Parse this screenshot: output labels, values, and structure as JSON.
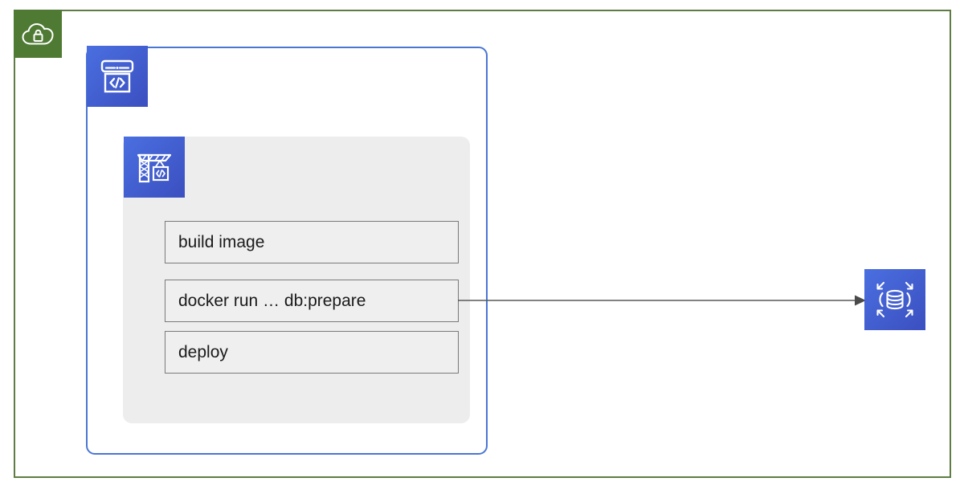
{
  "diagram": {
    "title": "CI/CD pipeline with database preparation step",
    "background_color": "#ffffff",
    "boundary": {
      "name": "secure cloud boundary",
      "border_color": "#5f7d43",
      "badge": {
        "icon": "cloud-lock-icon",
        "background_color": "#4e7a33",
        "icon_color": "#ffffff"
      }
    },
    "repository": {
      "label": "",
      "icon": "source-repository-icon",
      "border_color": "#4a76d4",
      "icon_gradient_from": "#4a6fe0",
      "icon_gradient_to": "#3b4fc0"
    },
    "build": {
      "label": "",
      "icon": "cloud-build-crane-icon",
      "panel_color": "#ededed",
      "icon_gradient_from": "#4a6fe0",
      "icon_gradient_to": "#3b4fc0",
      "steps": [
        {
          "label": "build image"
        },
        {
          "label": "docker run … db:prepare"
        },
        {
          "label": "deploy"
        }
      ]
    },
    "database": {
      "label": "",
      "icon": "scalable-database-icon",
      "icon_gradient_from": "#4a6fe0",
      "icon_gradient_to": "#3b4fc0"
    },
    "connector": {
      "from_step": "docker run … db:prepare",
      "to": "scalable-database-icon",
      "label": "",
      "color": "#595959",
      "arrowhead": "filled-triangle"
    }
  }
}
